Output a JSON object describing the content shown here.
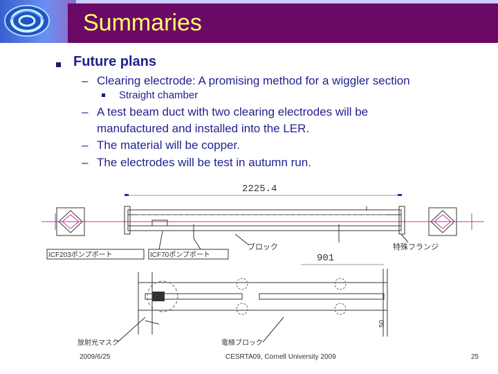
{
  "slide": {
    "title": "Summaries",
    "heading": "Future plans",
    "points": [
      "Clearing electrode: A promising method for a wiggler section",
      "A test beam duct with two clearing electrodes will be",
      "manufactured and installed into the LER.",
      "The material will be copper.",
      "The electrodes will be test in autumn run."
    ],
    "sub_point": "Straight chamber",
    "dash": "–"
  },
  "drawing": {
    "dim_top": "2225.4",
    "dim_mid": "901",
    "labels": {
      "pump_port_1": "ICF203ポンプポート",
      "pump_port_2": "ICF70ポンプポート",
      "block": "ブロック",
      "flange": "特殊フランジ",
      "mask": "放射光マスク",
      "electrode_block": "電極ブロック",
      "right_dim": "50"
    },
    "colors": {
      "axis": "#cc3399",
      "line": "#333333"
    }
  },
  "footer": {
    "date": "2009/6/25",
    "venue": "CESRTA09, Cornell University 2009",
    "page": "25"
  }
}
